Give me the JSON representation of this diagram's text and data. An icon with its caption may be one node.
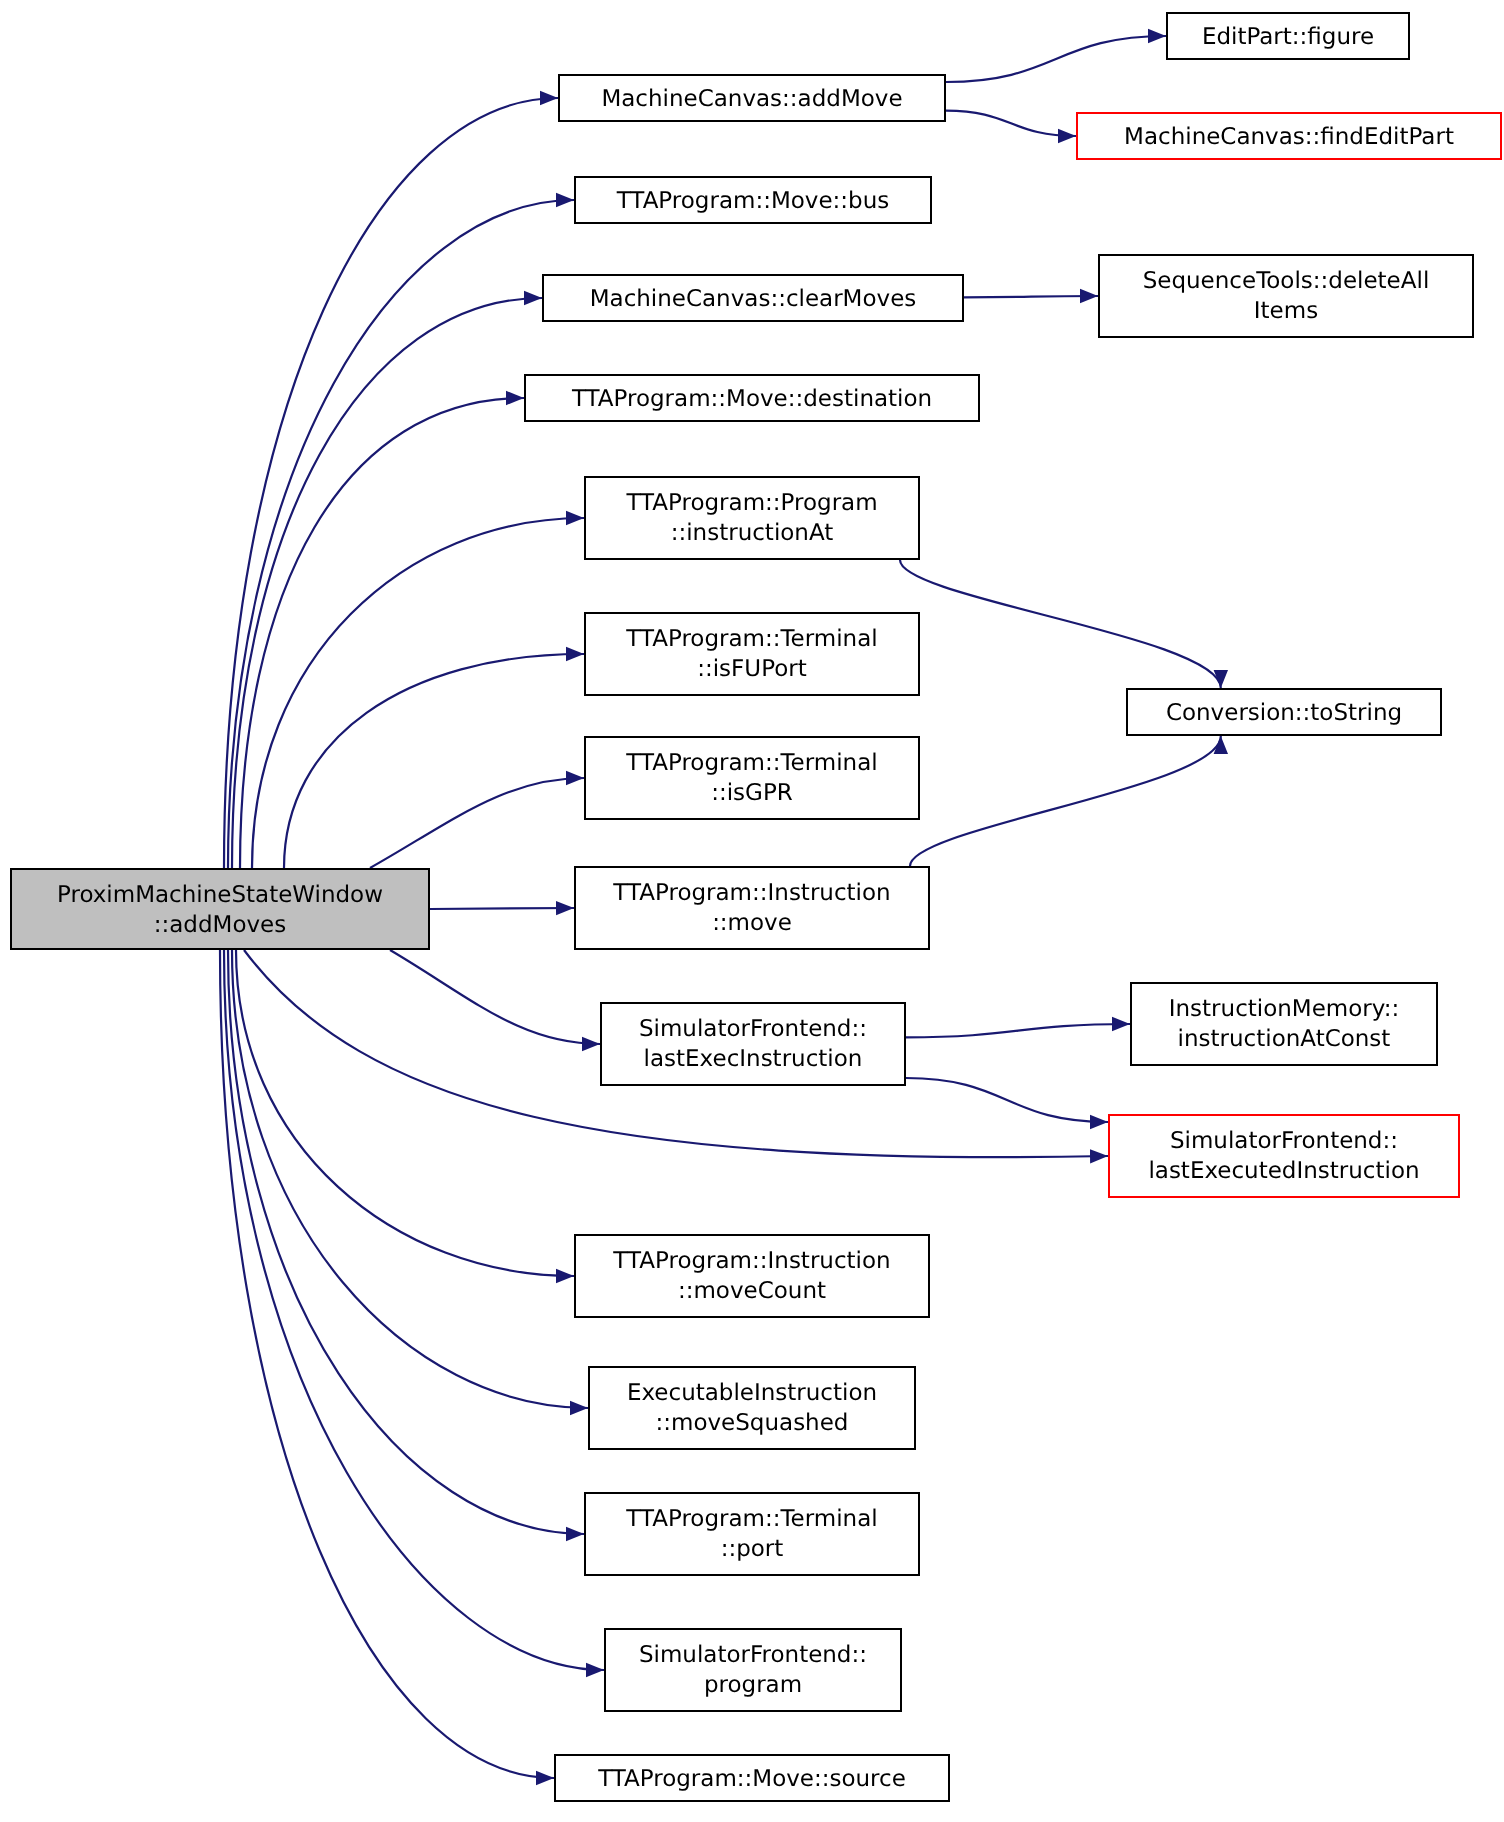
{
  "diagram": {
    "nodes": [
      {
        "text": [
          "ProximMachineStateWindow ::addMoves"
        ]
      },
      {
        "text": [
          "MachineCanvas::addMove"
        ]
      },
      {
        "text": [
          "EditPart::figure"
        ]
      },
      {
        "text": [
          "MachineCanvas::findEditPart"
        ]
      },
      {
        "text": [
          "TTAProgram::Move::bus"
        ]
      },
      {
        "text": [
          "MachineCanvas::clearMoves"
        ]
      },
      {
        "text": [
          "SequenceTools::deleteAll Items"
        ]
      },
      {
        "text": [
          "TTAProgram::Move::destination"
        ]
      },
      {
        "text": [
          "TTAProgram::Program ::instructionAt"
        ]
      },
      {
        "text": [
          "Conversion::toString"
        ]
      },
      {
        "text": [
          "TTAProgram::Terminal ::isFUPort"
        ]
      },
      {
        "text": [
          "TTAProgram::Terminal ::isGPR"
        ]
      },
      {
        "text": [
          "TTAProgram::Instruction ::move"
        ]
      },
      {
        "text": [
          "SimulatorFrontend:: lastExecInstruction"
        ]
      },
      {
        "text": [
          "InstructionMemory:: instructionAtConst"
        ]
      },
      {
        "text": [
          "SimulatorFrontend:: lastExecutedInstruction"
        ]
      },
      {
        "text": [
          "TTAProgram::Instruction ::moveCount"
        ]
      },
      {
        "text": [
          "ExecutableInstruction ::moveSquashed"
        ]
      },
      {
        "text": [
          "TTAProgram::Terminal ::port"
        ]
      },
      {
        "text": [
          "SimulatorFrontend:: program"
        ]
      },
      {
        "text": [
          "TTAProgram::Move::source"
        ]
      }
    ],
    "edges": [
      {
        "from": 0,
        "to": 1,
        "arrow": "to"
      },
      {
        "from": 1,
        "to": 2,
        "arrow": "to"
      },
      {
        "from": 1,
        "to": 3,
        "arrow": "to"
      },
      {
        "from": 0,
        "to": 4,
        "arrow": "to"
      },
      {
        "from": 0,
        "to": 5,
        "arrow": "to"
      },
      {
        "from": 5,
        "to": 6,
        "arrow": "to"
      },
      {
        "from": 0,
        "to": 7,
        "arrow": "to"
      },
      {
        "from": 0,
        "to": 8,
        "arrow": "to"
      },
      {
        "from": 8,
        "to": 9,
        "arrow": "to"
      },
      {
        "from": 0,
        "to": 10,
        "arrow": "to"
      },
      {
        "from": 0,
        "to": 11,
        "arrow": "to"
      },
      {
        "from": 0,
        "to": 12,
        "arrow": "to"
      },
      {
        "from": 12,
        "to": 9,
        "arrow": "to"
      },
      {
        "from": 0,
        "to": 13,
        "arrow": "to"
      },
      {
        "from": 13,
        "to": 14,
        "arrow": "to"
      },
      {
        "from": 13,
        "to": 15,
        "arrow": "to"
      },
      {
        "from": 0,
        "to": 15,
        "arrow": "to"
      },
      {
        "from": 0,
        "to": 16,
        "arrow": "to"
      },
      {
        "from": 0,
        "to": 17,
        "arrow": "to"
      },
      {
        "from": 0,
        "to": 18,
        "arrow": "to"
      },
      {
        "from": 0,
        "to": 19,
        "arrow": "to"
      },
      {
        "from": 0,
        "to": 20,
        "arrow": "to"
      }
    ]
  }
}
